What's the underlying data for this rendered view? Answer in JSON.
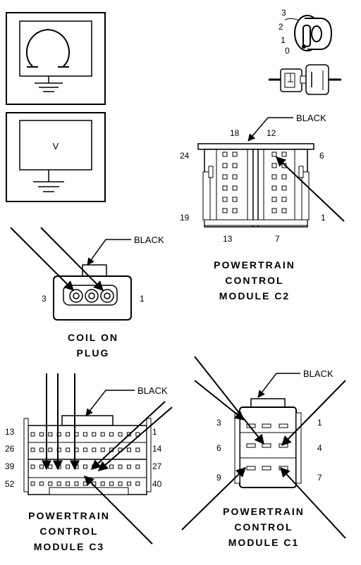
{
  "meters": {
    "ohmmeter": {
      "symbol": "Ω"
    },
    "voltmeter": {
      "symbol": "V"
    }
  },
  "ignition": {
    "positions": [
      "3",
      "2",
      "1",
      "0"
    ]
  },
  "pcm_c2": {
    "wire_color": "BLACK",
    "pins": {
      "top_left": "18",
      "top_right": "12",
      "left_upper": "24",
      "right_upper": "6",
      "left_lower": "19",
      "right_lower": "1",
      "bottom_left": "13",
      "bottom_right": "7"
    },
    "title_lines": [
      "POWERTRAIN",
      "CONTROL",
      "MODULE C2"
    ]
  },
  "coil": {
    "wire_color": "BLACK",
    "pins": {
      "left": "3",
      "right": "1"
    },
    "title_lines": [
      "COIL ON",
      "PLUG"
    ]
  },
  "pcm_c3": {
    "wire_color": "BLACK",
    "pins": {
      "l1": "13",
      "l2": "26",
      "l3": "39",
      "l4": "52",
      "r1": "1",
      "r2": "14",
      "r3": "27",
      "r4": "40"
    },
    "title_lines": [
      "POWERTRAIN",
      "CONTROL",
      "MODULE C3"
    ]
  },
  "pcm_c1": {
    "wire_color": "BLACK",
    "pins": {
      "l1": "3",
      "l2": "6",
      "l3": "9",
      "r1": "1",
      "r2": "4",
      "r3": "7"
    },
    "title_lines": [
      "POWERTRAIN",
      "CONTROL",
      "MODULE C1"
    ]
  }
}
